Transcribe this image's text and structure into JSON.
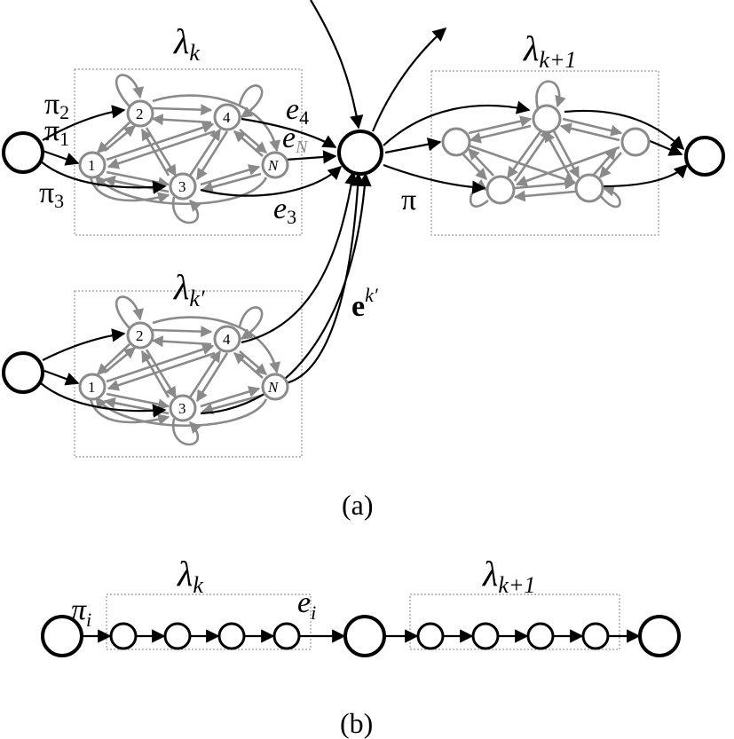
{
  "panel_a": {
    "caption": "(a)",
    "top_hmm": {
      "label_base": "λ",
      "label_sub": "k",
      "state_labels": [
        "1",
        "2",
        "3",
        "4",
        "N"
      ],
      "pi_labels": [
        {
          "base": "π",
          "sub": "2"
        },
        {
          "base": "π",
          "sub": "1"
        },
        {
          "base": "π",
          "sub": "3"
        }
      ],
      "exit_labels": [
        {
          "base": "e",
          "sub": "4"
        },
        {
          "base": "e",
          "sub": "N"
        },
        {
          "base": "e",
          "sub": "3"
        }
      ]
    },
    "bottom_hmm": {
      "label_base": "λ",
      "label_sub": "k′",
      "state_labels": [
        "1",
        "2",
        "3",
        "4",
        "N"
      ]
    },
    "right_hmm": {
      "label_base": "λ",
      "label_sub": "k+1"
    },
    "pi_label": "π",
    "e_vector": {
      "base": "e",
      "sup": "k′"
    }
  },
  "panel_b": {
    "caption": "(b)",
    "left_box": {
      "label_base": "λ",
      "label_sub": "k"
    },
    "right_box": {
      "label_base": "λ",
      "label_sub": "k+1"
    },
    "pi": {
      "base": "π",
      "sub": "i"
    },
    "e": {
      "base": "e",
      "sub": "i"
    }
  },
  "colors": {
    "black_edge": "#000000",
    "grey_edge": "#8a8a8a",
    "box_border": "#9a9a9a"
  }
}
